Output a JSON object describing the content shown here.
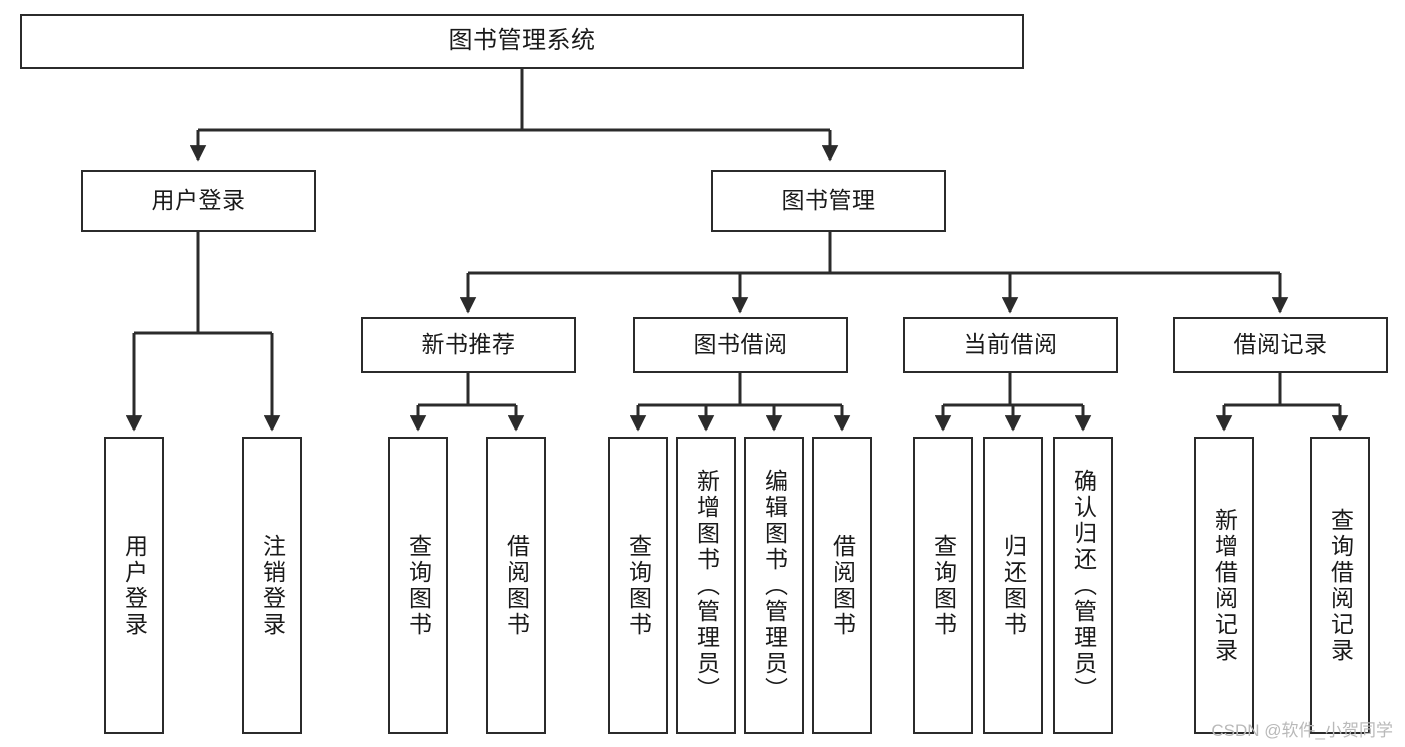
{
  "diagram": {
    "title": "图书管理系统",
    "watermark": "CSDN @软件_小贺同学",
    "colors": {
      "line": "#2b2b2b",
      "box_fill": "#ffffff",
      "text": "#1a1a1a",
      "watermark": "#b9b9b9"
    },
    "nodes": {
      "root": {
        "label": "图书管理系统"
      },
      "level1": [
        {
          "label": "用户登录"
        },
        {
          "label": "图书管理"
        }
      ],
      "level2": [
        {
          "label": "新书推荐"
        },
        {
          "label": "图书借阅"
        },
        {
          "label": "当前借阅"
        },
        {
          "label": "借阅记录"
        }
      ],
      "leaves": {
        "user_login": [
          {
            "label": "用户登录"
          },
          {
            "label": "注销登录"
          }
        ],
        "new_book_recommend": [
          {
            "label": "查询图书"
          },
          {
            "label": "借阅图书"
          }
        ],
        "book_borrow": [
          {
            "label": "查询图书"
          },
          {
            "label": "新增图书（管理员）"
          },
          {
            "label": "编辑图书（管理员）"
          },
          {
            "label": "借阅图书"
          }
        ],
        "current_borrow": [
          {
            "label": "查询图书"
          },
          {
            "label": "归还图书"
          },
          {
            "label": "确认归还（管理员）"
          }
        ],
        "borrow_records": [
          {
            "label": "新增借阅记录"
          },
          {
            "label": "查询借阅记录"
          }
        ]
      }
    }
  }
}
